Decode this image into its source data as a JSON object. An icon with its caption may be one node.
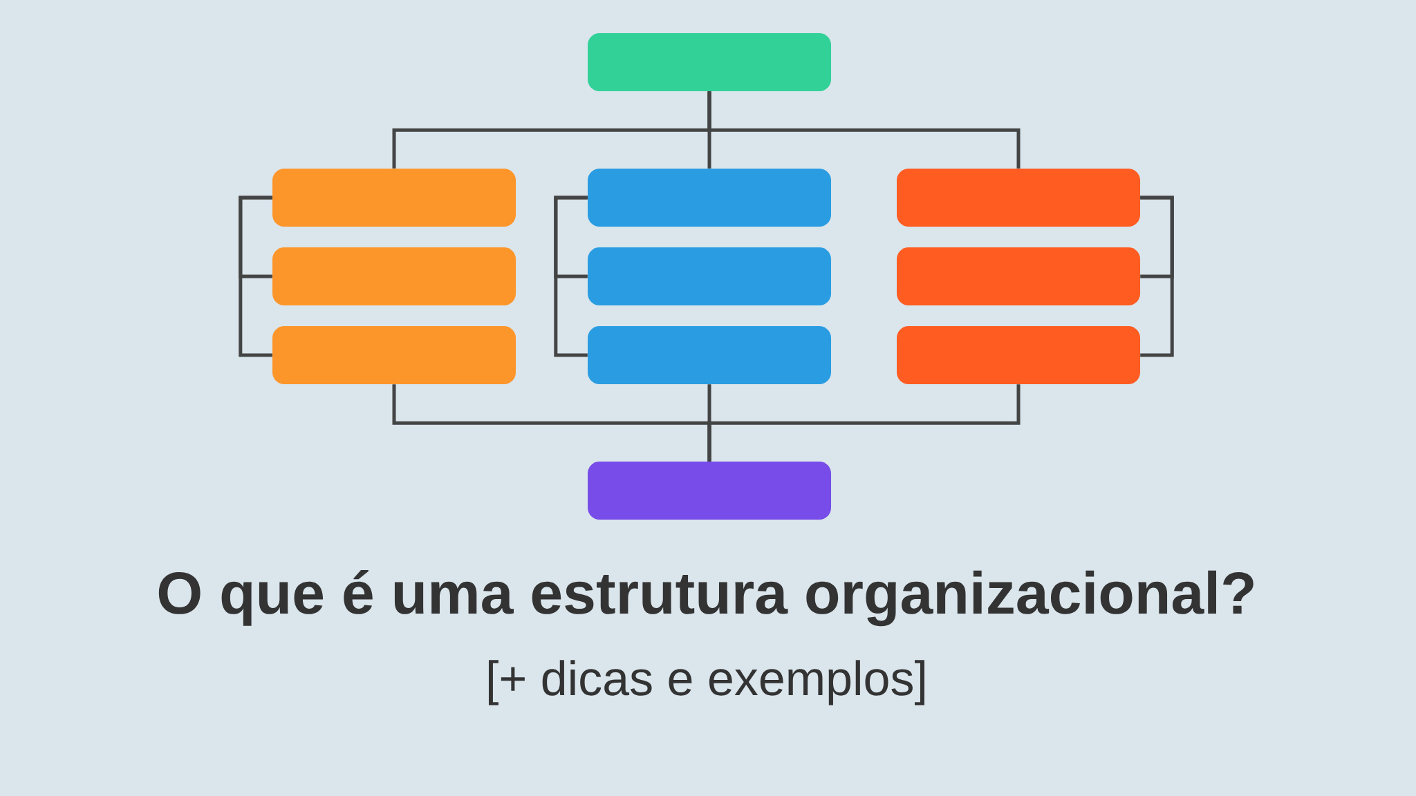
{
  "diagram": {
    "title": "O que é uma estrutura organizacional?",
    "nodes": [
      {
        "text": [],
        "shape": "box"
      },
      {
        "text": [],
        "shape": "box"
      },
      {
        "text": [],
        "shape": "box"
      },
      {
        "text": [],
        "shape": "box"
      },
      {
        "text": [],
        "shape": "box"
      },
      {
        "text": [],
        "shape": "box"
      },
      {
        "text": [],
        "shape": "box"
      },
      {
        "text": [],
        "shape": "box"
      },
      {
        "text": [],
        "shape": "box"
      },
      {
        "text": [],
        "shape": "box"
      },
      {
        "text": [],
        "shape": "box"
      }
    ],
    "edges": [
      {
        "from": 0,
        "to": 1,
        "arrow": "none"
      },
      {
        "from": 0,
        "to": 4,
        "arrow": "none"
      },
      {
        "from": 0,
        "to": 7,
        "arrow": "none"
      },
      {
        "from": 1,
        "to": 2,
        "arrow": "none"
      },
      {
        "from": 1,
        "to": 3,
        "arrow": "none"
      },
      {
        "from": 4,
        "to": 5,
        "arrow": "none"
      },
      {
        "from": 4,
        "to": 6,
        "arrow": "none"
      },
      {
        "from": 7,
        "to": 8,
        "arrow": "none"
      },
      {
        "from": 7,
        "to": 9,
        "arrow": "none"
      },
      {
        "from": 3,
        "to": 10,
        "arrow": "none"
      },
      {
        "from": 6,
        "to": 10,
        "arrow": "none"
      },
      {
        "from": 9,
        "to": 10,
        "arrow": "none"
      }
    ],
    "labels": [
      "[+ dicas e exemplos]"
    ]
  }
}
